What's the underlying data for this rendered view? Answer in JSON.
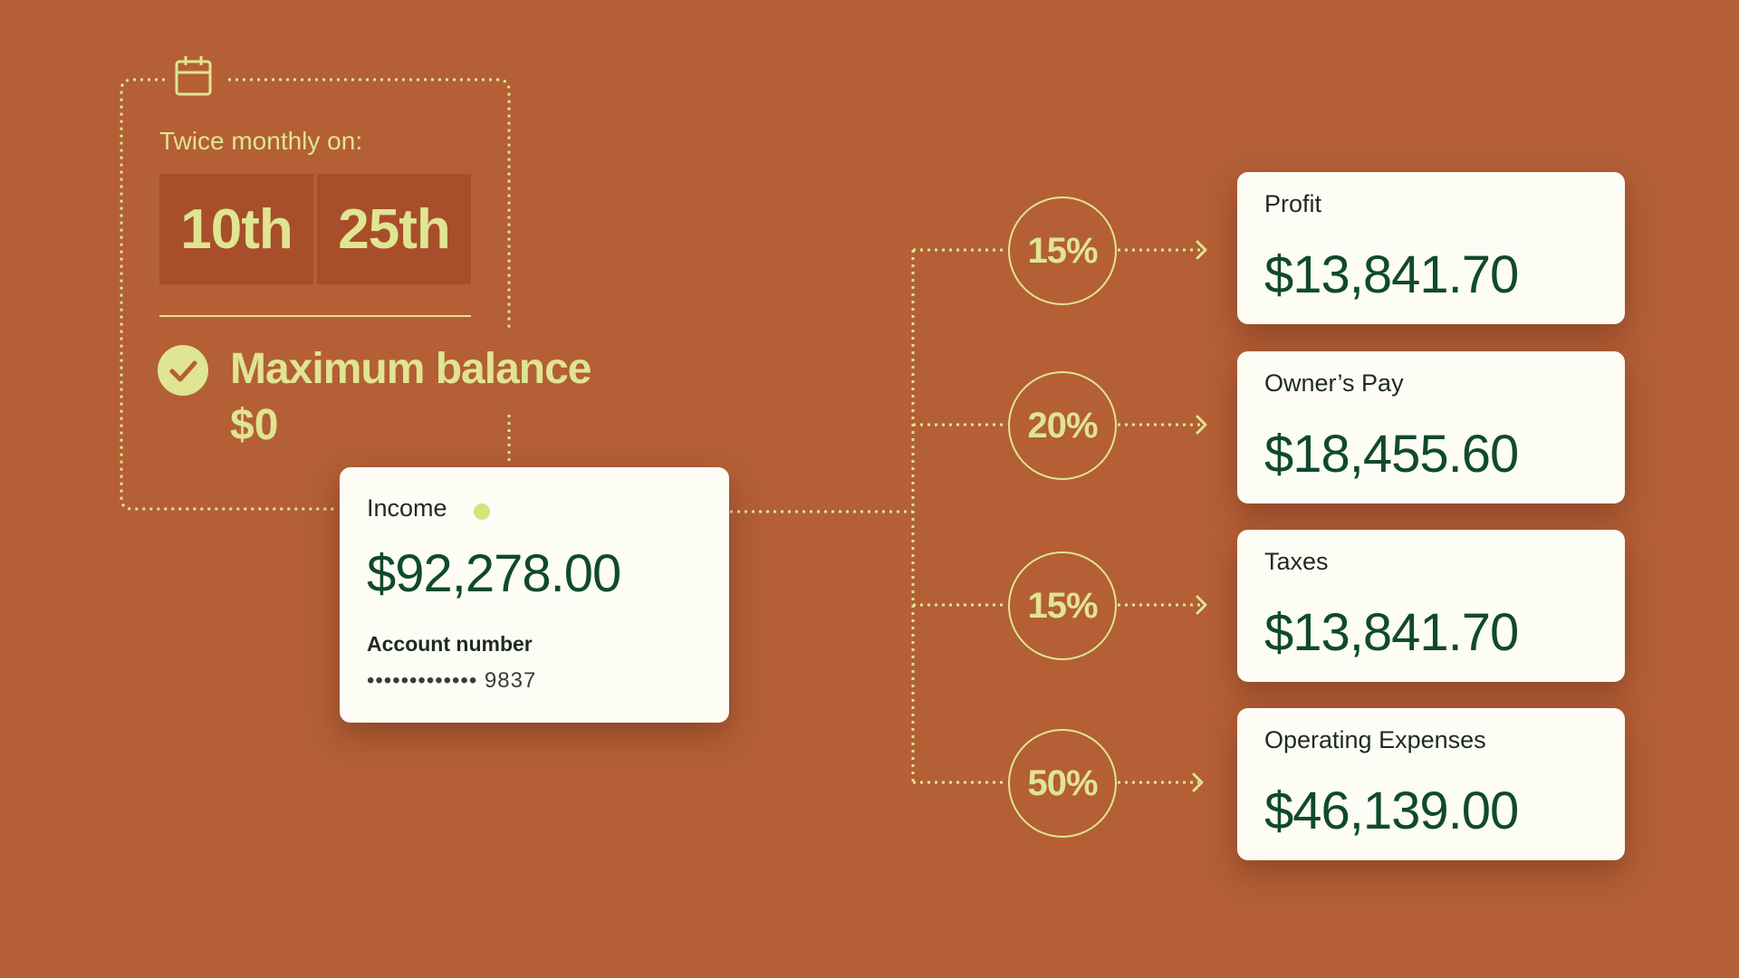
{
  "schedule": {
    "icon": "calendar-icon",
    "label": "Twice monthly on:",
    "days": [
      "10th",
      "25th"
    ],
    "max_balance_label": "Maximum balance",
    "max_balance_value": "$0"
  },
  "income": {
    "title": "Income",
    "amount": "$92,278.00",
    "account_label": "Account number",
    "account_mask": "••••••••••••• 9837"
  },
  "allocations": [
    {
      "percent": "15%",
      "name": "Profit",
      "amount": "$13,841.70"
    },
    {
      "percent": "20%",
      "name": "Owner’s Pay",
      "amount": "$18,455.60"
    },
    {
      "percent": "15%",
      "name": "Taxes",
      "amount": "$13,841.70"
    },
    {
      "percent": "50%",
      "name": "Operating Expenses",
      "amount": "$46,139.00"
    }
  ],
  "colors": {
    "background": "#b45f36",
    "accent": "#dfe592",
    "card": "#fdfdf5",
    "amount_text": "#0f4a2b"
  }
}
